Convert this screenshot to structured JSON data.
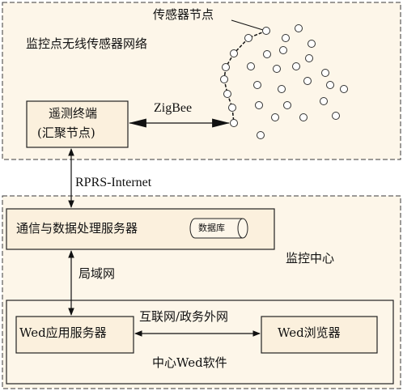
{
  "colors": {
    "background": "#fdf6e9",
    "border": "#3a3a3a",
    "box_fill": "#fbf0dd",
    "node_stroke": "#333333",
    "node_fill": "#ffffff"
  },
  "top_panel": {
    "title": "监控点无线传感器网络",
    "node_label": "传感器节点",
    "terminal_line1": "遥测终端",
    "terminal_line2": "(汇聚节点)",
    "zigbee_label": "ZigBee"
  },
  "link_label": "RPRS-Internet",
  "bottom_panel": {
    "server_label": "通信与数据处理服务器",
    "database_label": "数据库",
    "center_label": "监控中心",
    "lan_label": "局域网",
    "internet_label": "互联网/政务外网",
    "app_server_label": "Wed应用服务器",
    "browser_label": "Wed浏览器",
    "software_label": "中心Wed软件"
  },
  "icons": {
    "sensor": "sensor-node-icon",
    "database": "database-cylinder-icon"
  }
}
